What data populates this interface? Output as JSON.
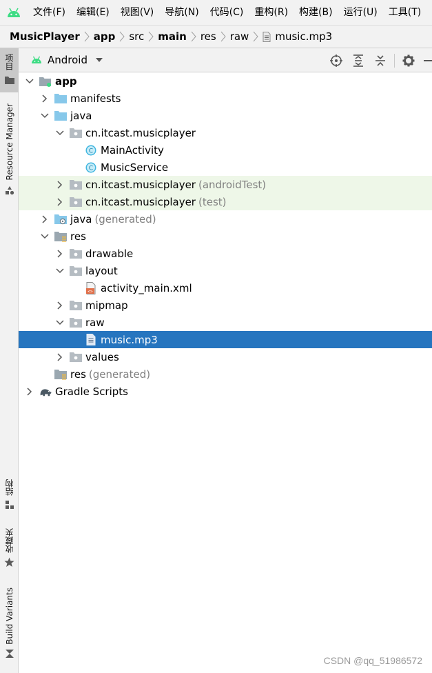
{
  "menubar": {
    "logo_icon": "android-logo-icon",
    "items": [
      "文件(F)",
      "编辑(E)",
      "视图(V)",
      "导航(N)",
      "代码(C)",
      "重构(R)",
      "构建(B)",
      "运行(U)",
      "工具(T)"
    ]
  },
  "breadcrumb": {
    "items": [
      "MusicPlayer",
      "app",
      "src",
      "main",
      "res",
      "raw"
    ],
    "file": "music.mp3"
  },
  "left_strip": {
    "project": "项目",
    "resource_manager": "Resource Manager",
    "structure": "结构",
    "favorites": "收藏夹",
    "build_variants": "Build Variants"
  },
  "panel": {
    "view_mode": "Android",
    "tool_icons": [
      "locate-icon",
      "expand-all-icon",
      "collapse-all-icon",
      "gear-icon",
      "hide-icon"
    ]
  },
  "tree": {
    "app": "app",
    "manifests": "manifests",
    "java": "java",
    "pkg_main": "cn.itcast.musicplayer",
    "main_activity": "MainActivity",
    "music_service": "MusicService",
    "pkg_android_test": "cn.itcast.musicplayer",
    "pkg_android_test_suffix": "(androidTest)",
    "pkg_test": "cn.itcast.musicplayer",
    "pkg_test_suffix": "(test)",
    "java_generated": "java",
    "java_generated_suffix": "(generated)",
    "res": "res",
    "drawable": "drawable",
    "layout": "layout",
    "activity_main": "activity_main.xml",
    "mipmap": "mipmap",
    "raw": "raw",
    "music_mp3": "music.mp3",
    "values": "values",
    "res_generated": "res",
    "res_generated_suffix": "(generated)",
    "gradle": "Gradle Scripts"
  },
  "watermark": "CSDN @qq_51986572",
  "colors": {
    "selection": "#2675bf",
    "test_tint": "#eef7e8",
    "android_green": "#3ddc84",
    "folder_blue": "#87c8ea",
    "class_icon": "#40b6e0"
  }
}
